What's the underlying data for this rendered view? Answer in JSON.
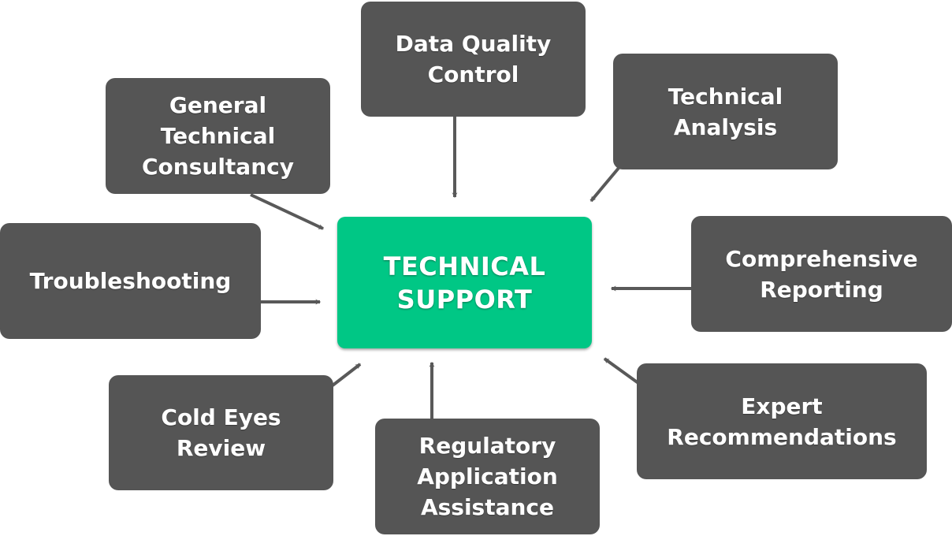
{
  "center": {
    "label": "TECHNICAL\nSUPPORT",
    "color": "#00c785"
  },
  "nodes": {
    "data_quality": {
      "label": "Data Quality\nControl"
    },
    "technical_analysis": {
      "label": "Technical\nAnalysis"
    },
    "general_consultancy": {
      "label": "General\nTechnical\nConsultancy"
    },
    "troubleshooting": {
      "label": "Troubleshooting"
    },
    "comprehensive_reporting": {
      "label": "Comprehensive\nReporting"
    },
    "cold_eyes_review": {
      "label": "Cold Eyes\nReview"
    },
    "regulatory_assistance": {
      "label": "Regulatory\nApplication\nAssistance"
    },
    "expert_recommendations": {
      "label": "Expert\nRecommendations"
    }
  },
  "colors": {
    "node": "#555555",
    "arrow": "#595959",
    "text": "#ffffff"
  }
}
